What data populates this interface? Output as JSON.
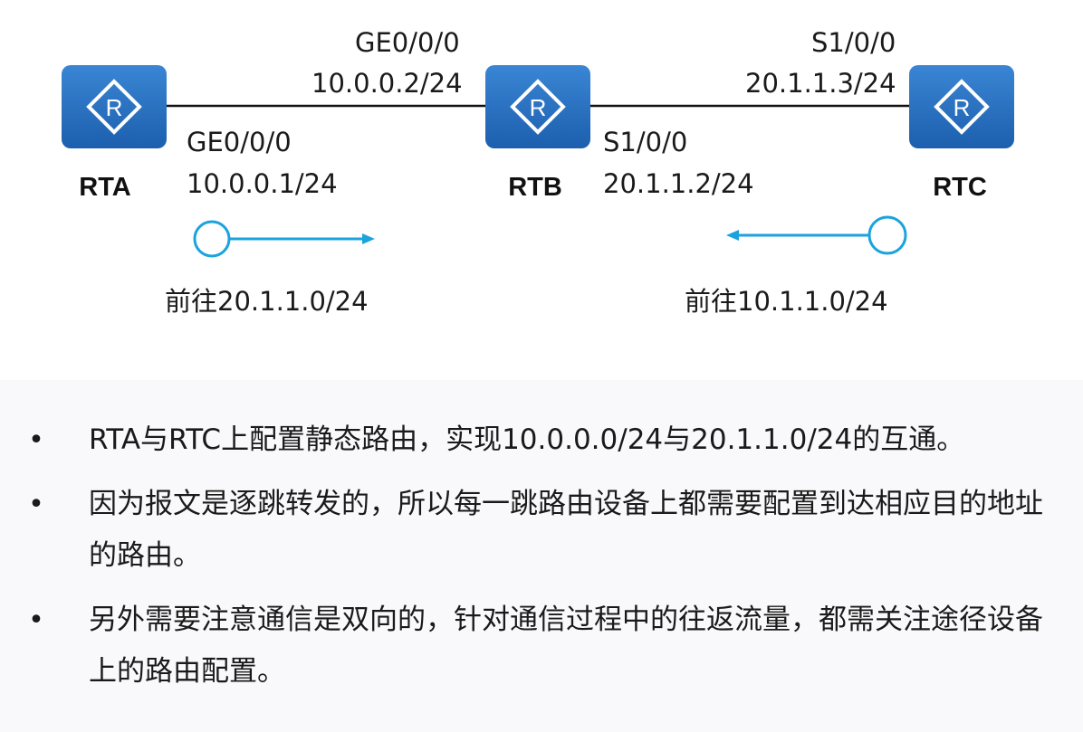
{
  "routers": [
    {
      "id": "rta",
      "name": "RTA"
    },
    {
      "id": "rtb",
      "name": "RTB"
    },
    {
      "id": "rtc",
      "name": "RTC"
    }
  ],
  "links": [
    {
      "between": [
        "RTA",
        "RTB"
      ],
      "rta_side": {
        "interface": "GE0/0/0",
        "address": "10.0.0.1/24"
      },
      "rtb_side": {
        "interface": "GE0/0/0",
        "address": "10.0.0.2/24"
      }
    },
    {
      "between": [
        "RTB",
        "RTC"
      ],
      "rtb_side": {
        "interface": "S1/0/0",
        "address": "20.1.1.2/24"
      },
      "rtc_side": {
        "interface": "S1/0/0",
        "address": "20.1.1.3/24"
      }
    }
  ],
  "flows": [
    {
      "from": "RTA",
      "direction": "right",
      "label": "前往20.1.1.0/24"
    },
    {
      "from": "RTC",
      "direction": "left",
      "label": "前往10.1.1.0/24"
    }
  ],
  "bullets": [
    "RTA与RTC上配置静态路由，实现10.0.0.0/24与20.1.1.0/24的互通。",
    "因为报文是逐跳转发的，所以每一跳路由设备上都需要配置到达相应目的地址的路由。",
    "另外需要注意通信是双向的，针对通信过程中的往返流量，都需关注途径设备上的路由配置。"
  ],
  "bullet_marker": "•",
  "colors": {
    "router_fill": "#1f64b5",
    "router_fill_light": "#2f78c8",
    "link": "#111111",
    "flow": "#1ba3dd",
    "text": "#1a1a1a"
  },
  "icons": {
    "router": "router-icon"
  }
}
